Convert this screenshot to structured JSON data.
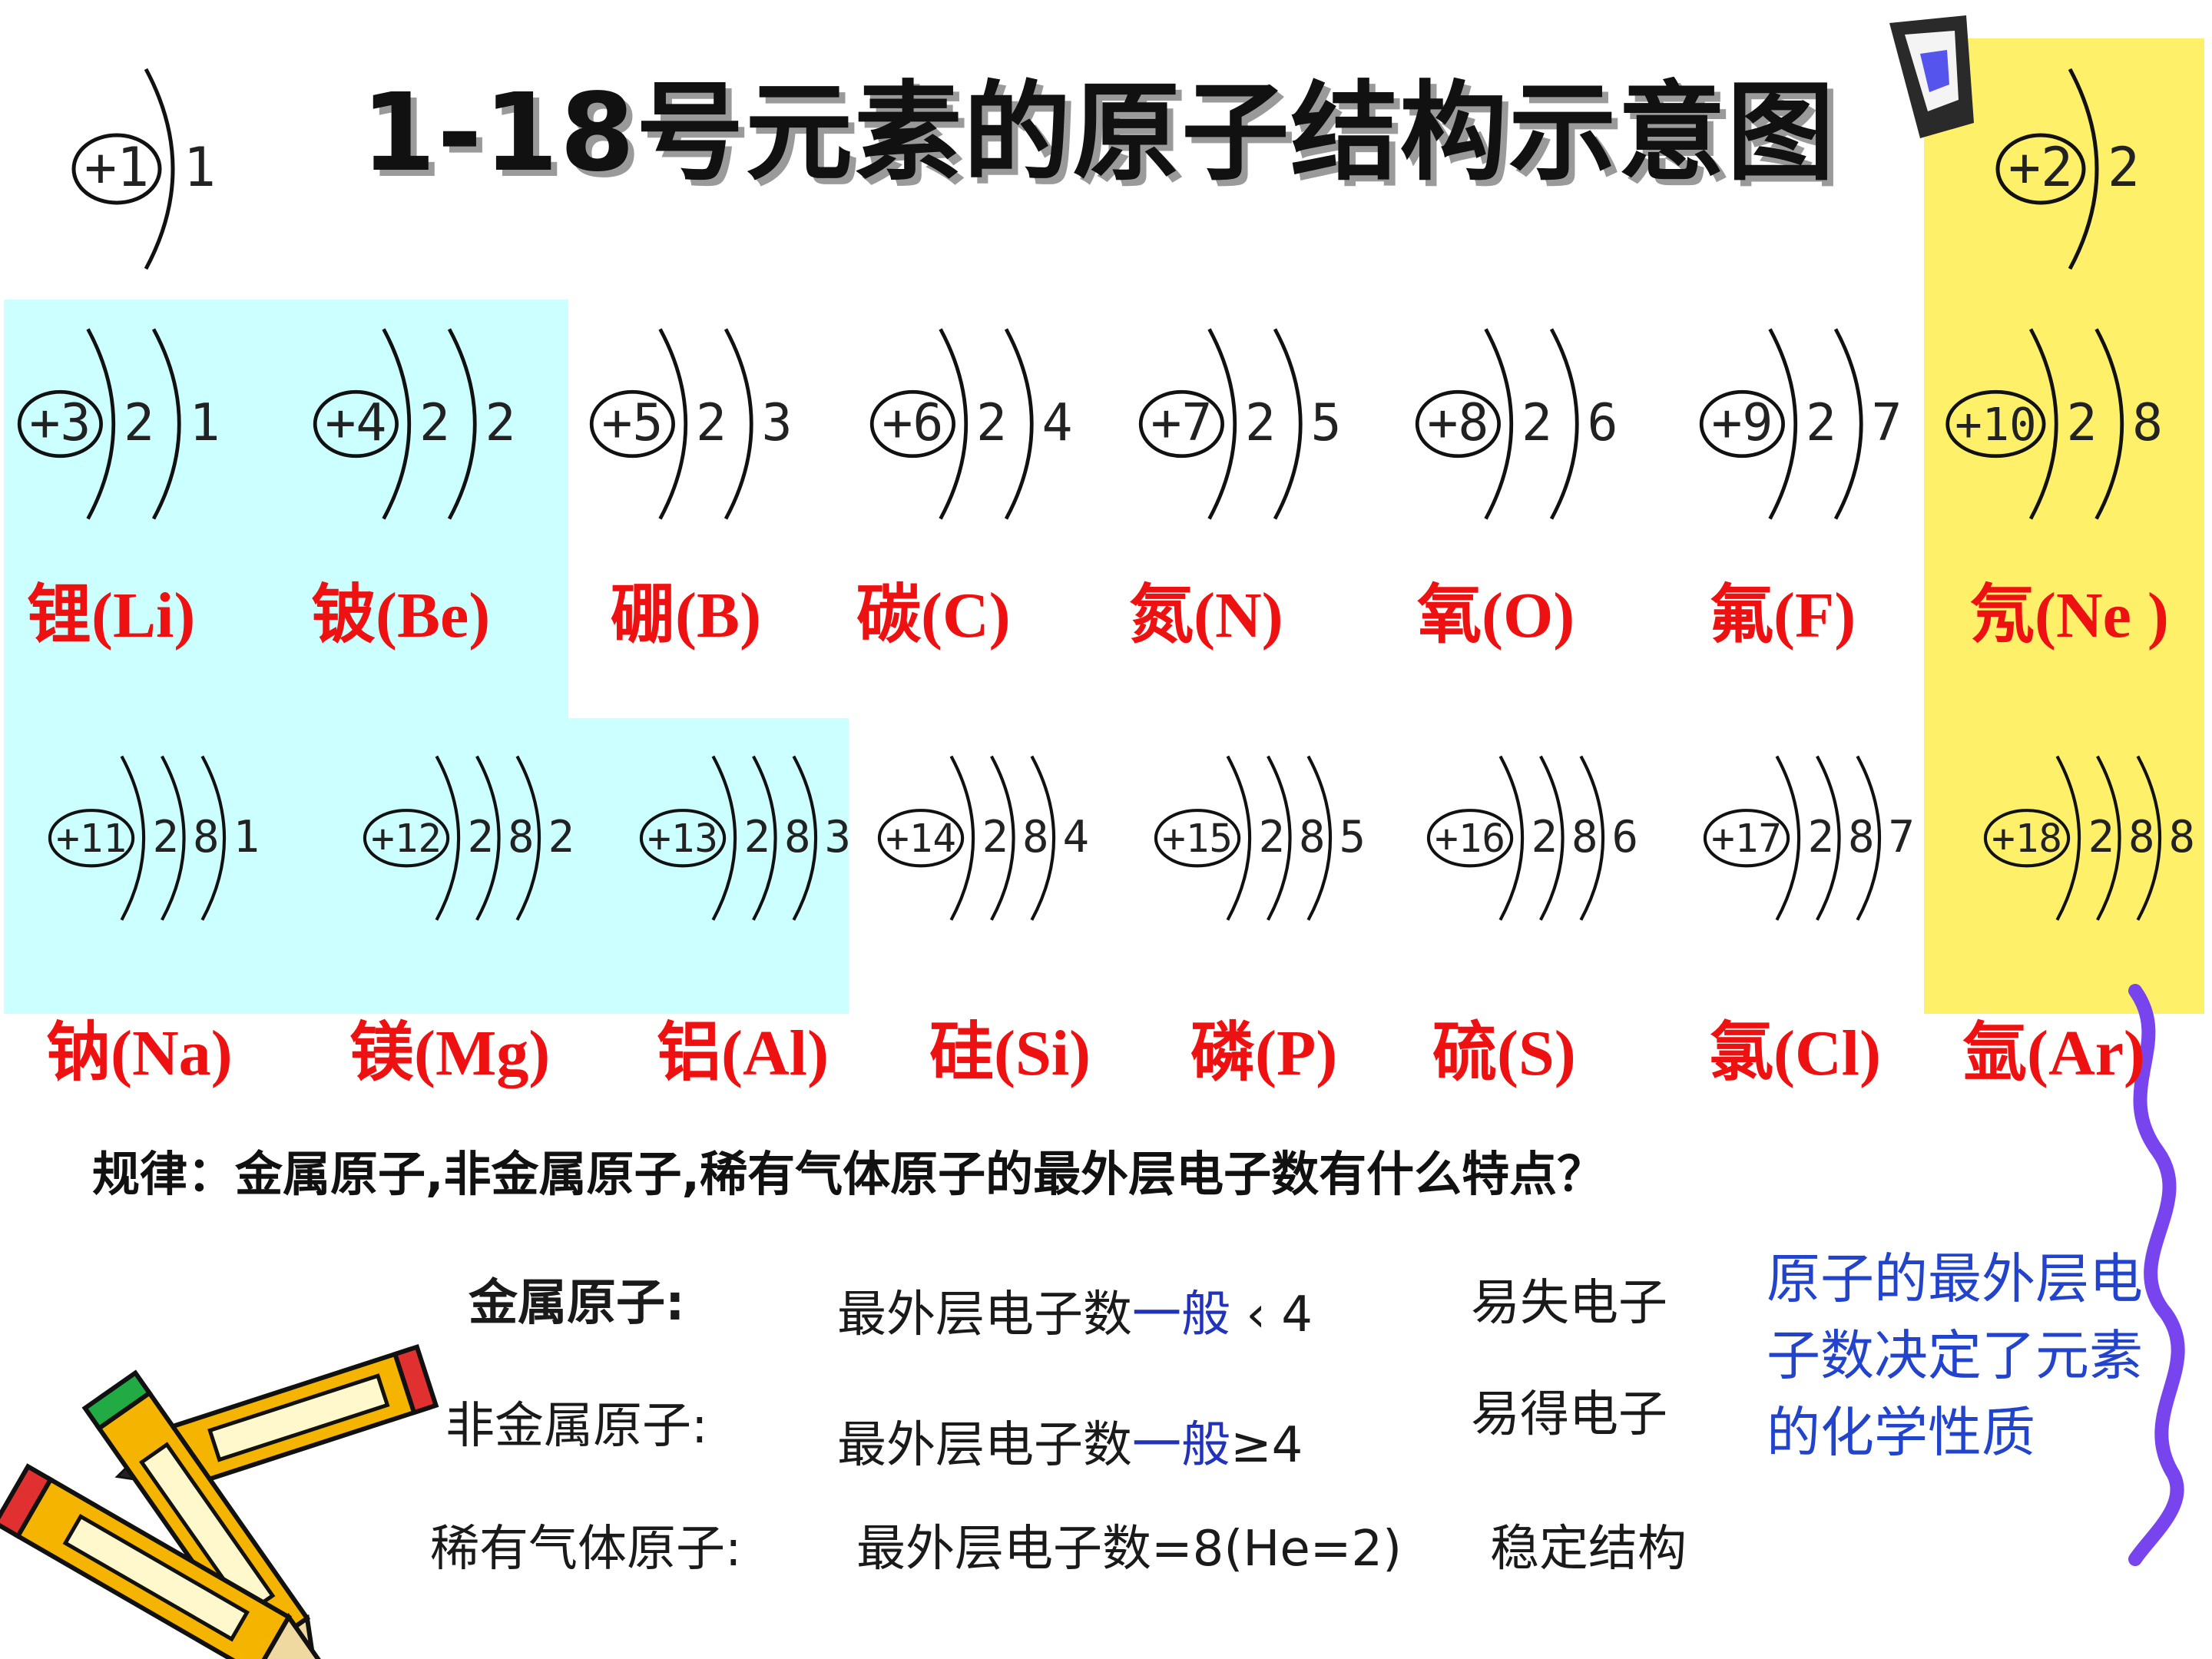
{
  "title": "1-18号元素的原子结构示意图",
  "colors": {
    "metal_highlight": "#ccffff",
    "noble_highlight": "#fff06a",
    "element_name": "#ee1111",
    "emphasis_blue": "#2233bb",
    "conclusion_blue": "#2244cc"
  },
  "top_atoms": {
    "hydrogen": {
      "nucleus": "+1",
      "shells": [
        "1"
      ]
    },
    "helium": {
      "nucleus": "+2",
      "shells": [
        "2"
      ]
    }
  },
  "row1": [
    {
      "nucleus": "+3",
      "shells": [
        "2",
        "1"
      ],
      "name": "锂(Li)"
    },
    {
      "nucleus": "+4",
      "shells": [
        "2",
        "2"
      ],
      "name": "铍(Be)"
    },
    {
      "nucleus": "+5",
      "shells": [
        "2",
        "3"
      ],
      "name": "硼(B)"
    },
    {
      "nucleus": "+6",
      "shells": [
        "2",
        "4"
      ],
      "name": "碳(C)"
    },
    {
      "nucleus": "+7",
      "shells": [
        "2",
        "5"
      ],
      "name": "氮(N)"
    },
    {
      "nucleus": "+8",
      "shells": [
        "2",
        "6"
      ],
      "name": "氧(O)"
    },
    {
      "nucleus": "+9",
      "shells": [
        "2",
        "7"
      ],
      "name": "氟(F)"
    },
    {
      "nucleus": "+10",
      "shells": [
        "2",
        "8"
      ],
      "name": "氖(Ne )"
    }
  ],
  "row2": [
    {
      "nucleus": "+11",
      "shells": [
        "2",
        "8",
        "1"
      ],
      "name": "钠(Na)"
    },
    {
      "nucleus": "+12",
      "shells": [
        "2",
        "8",
        "2"
      ],
      "name": "镁(Mg)"
    },
    {
      "nucleus": "+13",
      "shells": [
        "2",
        "8",
        "3"
      ],
      "name": "铝(Al)"
    },
    {
      "nucleus": "+14",
      "shells": [
        "2",
        "8",
        "4"
      ],
      "name": "硅(Si)"
    },
    {
      "nucleus": "+15",
      "shells": [
        "2",
        "8",
        "5"
      ],
      "name": "磷(P)"
    },
    {
      "nucleus": "+16",
      "shells": [
        "2",
        "8",
        "6"
      ],
      "name": "硫(S)"
    },
    {
      "nucleus": "+17",
      "shells": [
        "2",
        "8",
        "7"
      ],
      "name": "氯(Cl)"
    },
    {
      "nucleus": "+18",
      "shells": [
        "2",
        "8",
        "8"
      ],
      "name": "氩(Ar)"
    }
  ],
  "question": "规律：金属原子,非金属原子,稀有气体原子的最外层电子数有什么特点？",
  "rules": [
    {
      "type": "金属原子:",
      "prefix": "最外层电子数",
      "emph": "一般",
      "suffix": " ‹ 4",
      "tendency": "易失电子"
    },
    {
      "type": "非金属原子:",
      "prefix": "最外层电子数",
      "emph": "一般",
      "suffix": "≥4",
      "tendency": "易得电子"
    },
    {
      "type": "稀有气体原子:",
      "prefix": "最外层电子数=8(He=2)",
      "emph": "",
      "suffix": "",
      "tendency": "稳定结构"
    }
  ],
  "conclusion": "原子的最外层电子数决定了元素的化学性质"
}
